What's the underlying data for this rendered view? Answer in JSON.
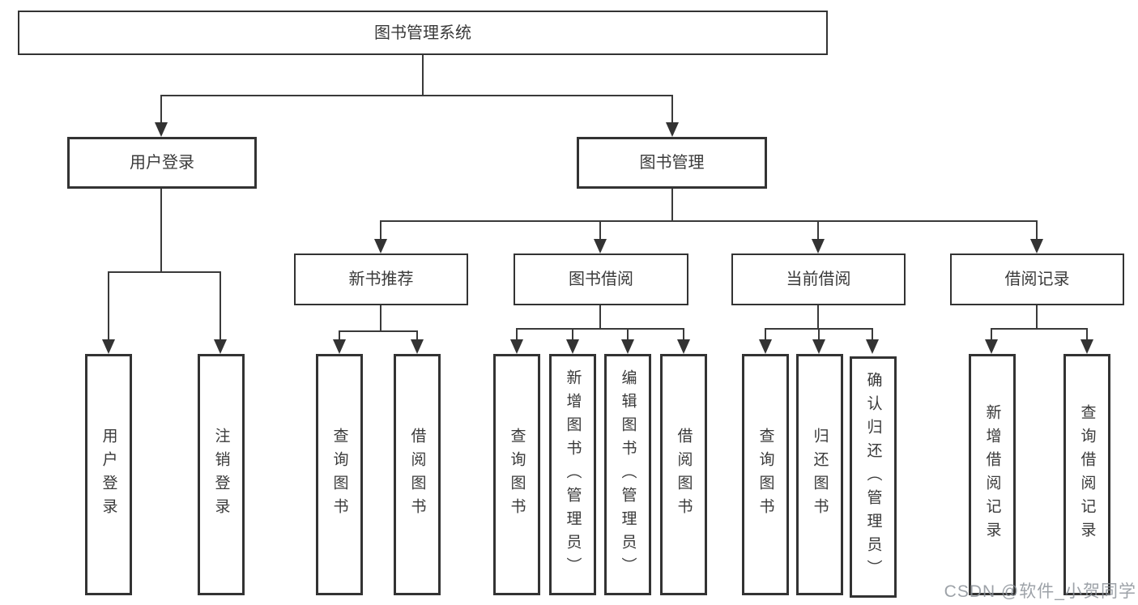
{
  "tree": {
    "root": "图书管理系统",
    "user": {
      "label": "用户登录",
      "children": [
        "用户登录",
        "注销登录"
      ]
    },
    "management": {
      "label": "图书管理",
      "children": [
        {
          "label": "新书推荐",
          "children": [
            "查询图书",
            "借阅图书"
          ]
        },
        {
          "label": "图书借阅",
          "children": [
            "查询图书",
            "新增图书（管理员）",
            "编辑图书（管理员）",
            "借阅图书"
          ]
        },
        {
          "label": "当前借阅",
          "children": [
            "查询图书",
            "归还图书",
            "确认归还（管理员）"
          ]
        },
        {
          "label": "借阅记录",
          "children": [
            "新增借阅记录",
            "查询借阅记录"
          ]
        }
      ]
    }
  },
  "watermark": "CSDN @软件_小贺同学",
  "colors": {
    "line": "#3a3a3a",
    "text": "#3a3a3a",
    "background": "#ffffff",
    "watermark": "#8c9299"
  }
}
